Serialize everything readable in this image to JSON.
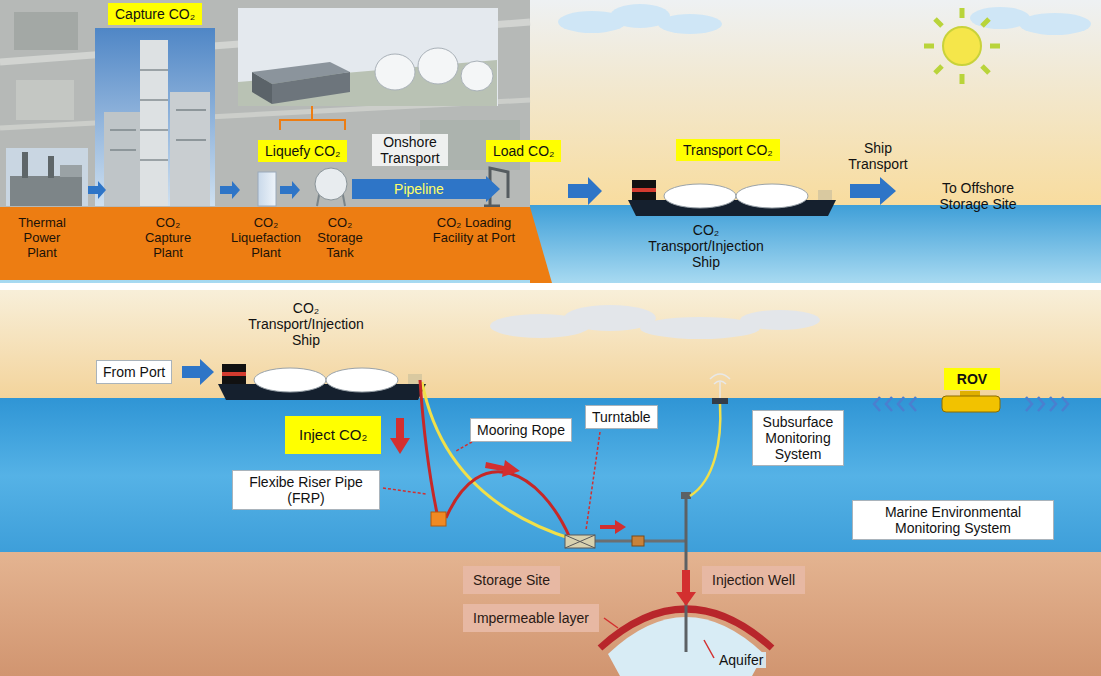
{
  "diagram": {
    "nodes": [
      {
        "text": [
          "Capture CO₂"
        ]
      },
      {
        "text": [
          "Liquefy CO₂"
        ]
      },
      {
        "text": [
          "Load CO₂"
        ]
      },
      {
        "text": [
          "Transport CO₂"
        ]
      },
      {
        "text": [
          "Pipeline"
        ]
      },
      {
        "text": [
          "Thermal Power Plant",
          "CO₂ Capture Plant",
          "CO₂ Liquefaction Plant",
          "CO₂ Storage Tank",
          "CO₂ Loading Facility at Port"
        ]
      },
      {
        "text": [
          "From Port"
        ]
      },
      {
        "text": [
          "Mooring Rope"
        ]
      },
      {
        "text": [
          "Inject CO₂"
        ]
      },
      {
        "text": [
          "Flexibe Riser Pipe (FRP)"
        ]
      },
      {
        "text": [
          "Turntable"
        ]
      },
      {
        "text": [
          "Subsurface Monitoring System"
        ]
      },
      {
        "text": [
          "ROV"
        ]
      },
      {
        "text": [
          "Marine Environmental Monitoring System"
        ]
      },
      {
        "text": [
          "Storage Site"
        ]
      },
      {
        "text": [
          "Injection Well"
        ]
      },
      {
        "text": [
          "Impermeable layer"
        ]
      }
    ],
    "labels": [
      "Onshore Transport",
      "Ship Transport",
      "To Offshore Storage Site",
      "CO₂ Transport/Injection Ship",
      "CO₂ Transport/Injection Ship",
      "Aquifer"
    ]
  }
}
